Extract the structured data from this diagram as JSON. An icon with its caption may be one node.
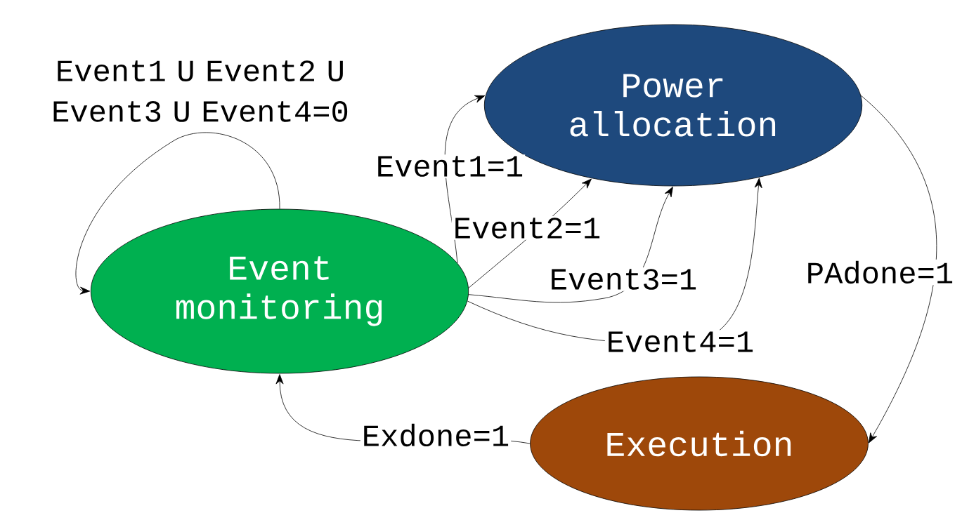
{
  "diagram": {
    "nodes": [
      {
        "text": [
          "Event monitoring"
        ]
      },
      {
        "text": [
          "Power allocation"
        ]
      },
      {
        "text": [
          "Execution"
        ]
      }
    ],
    "edges": [
      {
        "from": 0,
        "to": 0,
        "arrow": "to",
        "label": "Event1 U Event2 U Event3 U Event4=0"
      },
      {
        "from": 0,
        "to": 1,
        "arrow": "to",
        "label": "Event1=1"
      },
      {
        "from": 0,
        "to": 1,
        "arrow": "to",
        "label": "Event2=1"
      },
      {
        "from": 0,
        "to": 1,
        "arrow": "to",
        "label": "Event3=1"
      },
      {
        "from": 0,
        "to": 1,
        "arrow": "to",
        "label": "Event4=1"
      },
      {
        "from": 1,
        "to": 2,
        "arrow": "to",
        "label": "PAdone=1"
      },
      {
        "from": 2,
        "to": 0,
        "arrow": "to",
        "label": "Exdone=1"
      }
    ]
  }
}
